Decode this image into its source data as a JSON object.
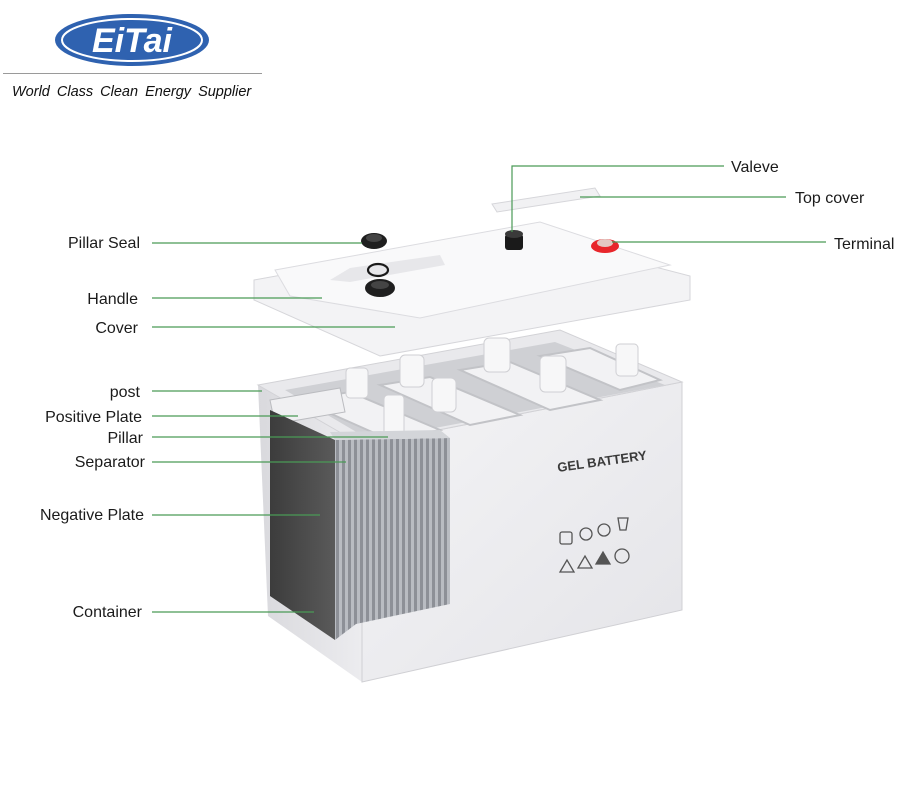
{
  "brand": {
    "logo_text": "EiTai",
    "tagline": "World Class Clean Energy Supplier",
    "logo_color": "#2f62b0"
  },
  "diagram": {
    "product_label": "GEL BATTERY",
    "leader_color": "#4a9a56",
    "labels": {
      "valve": "Valeve",
      "top_cover": "Top cover",
      "terminal": "Terminal",
      "pillar_seal": "Pillar Seal",
      "handle": "Handle",
      "cover": "Cover",
      "post": "post",
      "positive_plate": "Positive Plate",
      "pillar": "Pillar",
      "separator": "Separator",
      "negative_plate": "Negative Plate",
      "container": "Container"
    }
  }
}
